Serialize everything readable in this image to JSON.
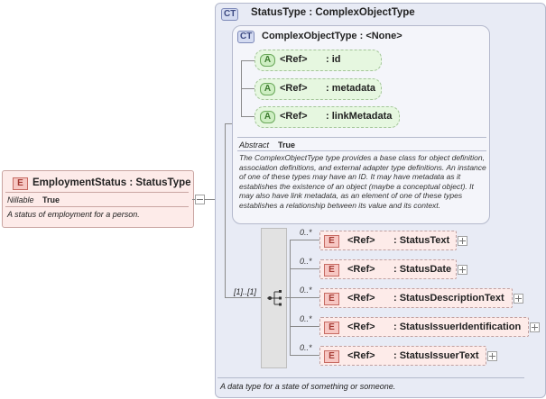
{
  "root_element": {
    "badge": "E",
    "title": "EmploymentStatus : StatusType",
    "nillable_label": "Nillable",
    "nillable_value": "True",
    "description": "A status of employment for a person."
  },
  "status_type": {
    "badge": "CT",
    "title": "StatusType : ComplexObjectType",
    "description": "A data type for a state of something or someone."
  },
  "complex_object_type": {
    "badge": "CT",
    "title": "ComplexObjectType : <None>",
    "abstract_label": "Abstract",
    "abstract_value": "True",
    "description": "The ComplexObjectType type provides a base class for object definition, association definitions, and external adapter type definitions. An instance of one of these types may have an ID. It may have metadata as it establishes the existence of an object (maybe a conceptual object). It may also have link metadata, as an element of one of these types establishes a relationship between its value and its context."
  },
  "attributes": [
    {
      "badge": "A",
      "ref": "<Ref>",
      "name": ": id"
    },
    {
      "badge": "A",
      "ref": "<Ref>",
      "name": ": metadata"
    },
    {
      "badge": "A",
      "ref": "<Ref>",
      "name": ": linkMetadata"
    }
  ],
  "sequence_multiplicity": "[1]..[1]",
  "elements": [
    {
      "badge": "E",
      "ref": "<Ref>",
      "name": ": StatusText",
      "occurs": "0..*"
    },
    {
      "badge": "E",
      "ref": "<Ref>",
      "name": ": StatusDate",
      "occurs": "0..*"
    },
    {
      "badge": "E",
      "ref": "<Ref>",
      "name": ": StatusDescriptionText",
      "occurs": "0..*"
    },
    {
      "badge": "E",
      "ref": "<Ref>",
      "name": ": StatusIssuerIdentification",
      "occurs": "0..*"
    },
    {
      "badge": "E",
      "ref": "<Ref>",
      "name": ": StatusIssuerText",
      "occurs": "0..*"
    }
  ]
}
